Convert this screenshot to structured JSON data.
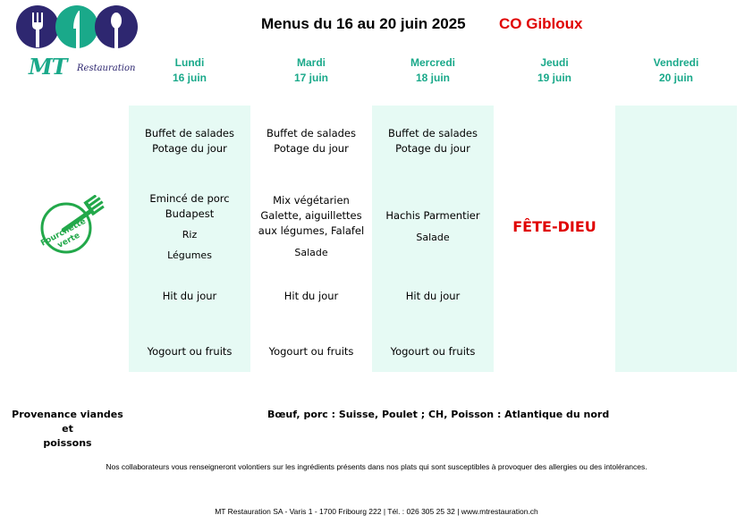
{
  "brand": {
    "logo_mt": "MT",
    "logo_restauration": "Restauration",
    "colors": {
      "navy": "#2e2770",
      "green": "#1aa98a",
      "accent_red": "#e00000",
      "column_bg": "#e6faf4"
    }
  },
  "header": {
    "title": "Menus du 16 au 20 juin 2025",
    "site": "CO Gibloux"
  },
  "days": [
    {
      "name": "Lundi",
      "date": "16 juin"
    },
    {
      "name": "Mardi",
      "date": "17 juin"
    },
    {
      "name": "Mercredi",
      "date": "18 juin"
    },
    {
      "name": "Jeudi",
      "date": "19 juin"
    },
    {
      "name": "Vendredi",
      "date": "20 juin"
    }
  ],
  "menus": {
    "lundi": {
      "starter_1": "Buffet de salades",
      "starter_2": "Potage du jour",
      "main_1": "Emincé de porc",
      "main_2": "Budapest",
      "side_1": "Riz",
      "side_2": "Légumes",
      "hit": "Hit du jour",
      "dessert": "Yogourt ou fruits"
    },
    "mardi": {
      "starter_1": "Buffet de salades",
      "starter_2": "Potage du jour",
      "main_1": "Mix végétarien",
      "main_2": "Galette, aiguillettes",
      "main_3": "aux légumes, Falafel",
      "side_1": "Salade",
      "hit": "Hit du jour",
      "dessert": "Yogourt ou fruits"
    },
    "mercredi": {
      "starter_1": "Buffet de salades",
      "starter_2": "Potage du jour",
      "main_1": "Hachis Parmentier",
      "side_1": "Salade",
      "hit": "Hit du jour",
      "dessert": "Yogourt ou fruits"
    },
    "jeudi": {
      "special": "FÊTE-DIEU"
    }
  },
  "fourchette_verte": {
    "line1": "Fourchette",
    "line2": "verte",
    "icon": "fork-icon"
  },
  "provenance": {
    "label_1": "Provenance viandes et",
    "label_2": "poissons",
    "text": "Bœuf, porc : Suisse, Poulet ; CH, Poisson : Atlantique du nord"
  },
  "notice": "Nos collaborateurs vous renseigneront volontiers sur les ingrédients présents dans nos plats qui sont susceptibles à provoquer des allergies ou des intolérances.",
  "footer": "MT Restauration SA - Varis 1 - 1700 Fribourg 222 | Tél. : 026 305 25 32 | www.mtrestauration.ch"
}
